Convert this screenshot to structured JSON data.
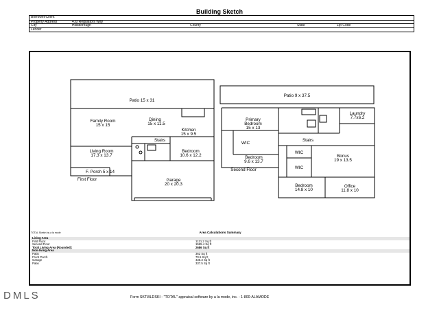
{
  "title": "Building Sketch",
  "header": {
    "borrower_label": "Borrower/Client",
    "property_label": "Property Address",
    "property_value": "410 Regulators Way",
    "city_label": "City",
    "city_value": "Hillsborough",
    "county_label": "County",
    "state_label": "State",
    "zip_label": "Zip Code",
    "lender_label": "Lender"
  },
  "rooms": {
    "patio1": "Patio 15 x 31",
    "patio2": "Patio 9 x 37.5",
    "family": "Family Room",
    "family_dim": "15 x 15",
    "dining": "Dining",
    "dining_dim": "15 x 11.5",
    "kitchen": "Kitchen",
    "kitchen_dim": "15 x 9.5",
    "stairs1": "Stairs",
    "bedroom1": "Bedroom",
    "bedroom1_dim": "10.6 x 12.2",
    "living": "Living Room",
    "living_dim": "17.3 x 13.7",
    "porch": "F. Porch 5 x 14",
    "first_floor": "First Floor",
    "garage": "Garage",
    "garage_dim": "20 x 20.3",
    "primary": "Primary",
    "primary2": "Bedroom",
    "primary_dim": "15 x 13",
    "laundry": "Laundry",
    "laundry_dim": "7.7x6.2",
    "wic1": "WIC",
    "stairs2": "Stairs",
    "bedroom2": "Bedroom",
    "bedroom2_dim": "9.6 x 13.7",
    "wic2": "WIC",
    "wic3": "WIC",
    "bonus": "Bonus",
    "bonus_dim": "19 x 13.5",
    "second_floor": "Second Floor",
    "bedroom3": "Bedroom",
    "bedroom3_dim": "14.8 x 10",
    "office": "Office",
    "office_dim": "11.8 x 10"
  },
  "area": {
    "note": "TOTAL Sketch by a la mode",
    "title": "Area Calculations Summary",
    "living_hd": "Living Area",
    "rows": [
      {
        "label": "First Floor",
        "value": "1121.2 Sq ft"
      },
      {
        "label": "Second Floor",
        "value": "1565.4 Sq ft"
      }
    ],
    "total_label": "Total Living Area (Rounded):",
    "total_value": "2686 Sq ft",
    "nonliving_hd": "Non-living Area",
    "nrows": [
      {
        "label": "Patio",
        "value": "362 Sq ft"
      },
      {
        "label": "Front Porch",
        "value": "70.5 Sq ft"
      },
      {
        "label": "Garage",
        "value": "435.3 Sq ft"
      },
      {
        "label": "Patio",
        "value": "337.5 Sq ft"
      }
    ]
  },
  "watermark": "DMLS",
  "footer": "Form SKT.BLDSKI - \"TOTAL\" appraisal software by a la mode, inc. - 1-800-ALAMODE"
}
